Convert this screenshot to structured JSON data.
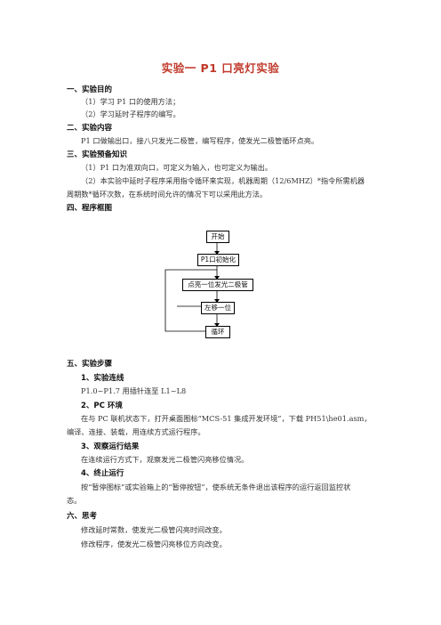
{
  "title": "实验一    P1 口亮灯实验",
  "s1": {
    "heading": "一、实验目的",
    "lines": [
      "（1）学习 P1 口的使用方法；",
      "（2）学习延时子程序的编写。"
    ]
  },
  "s2": {
    "heading": "二、实验内容",
    "lines": [
      "P1 口做输出口，接八只发光二极管，编写程序，使发光二极管循环点亮。"
    ]
  },
  "s3": {
    "heading": "三、实验预备知识",
    "lines": [
      "（1）P1 口为准双向口，可定义为输入，也可定义为输出。",
      "（2）本实验中延时子程序采用指令循环来实现，机器周期（12/6MHZ）*指令所需机器",
      "周期数*循环次数，在系统时间允许的情况下可以采用此方法。"
    ]
  },
  "s4": {
    "heading": "四、程序框图"
  },
  "flow": {
    "start": "开始",
    "init": "P1口初始化",
    "led": "点亮一位发光二极管",
    "shift": "左移一位",
    "loop": "循环"
  },
  "s5": {
    "heading": "五、实验步骤",
    "sub1": {
      "heading": "1、实验连线",
      "lines": [
        "P1.0~P1.7 用插针连至 L1~L8"
      ]
    },
    "sub2": {
      "heading": "2、PC 环境",
      "lines": [
        "在与 PC 联机状态下，打开桌面图标“MCS-51 集成开发环境”，下载 PH51\\he01.asm，",
        "编译、连接、装载，用连续方式运行程序。"
      ]
    },
    "sub3": {
      "heading": "3、观察运行结果",
      "lines": [
        "在连续运行方式下，观察发光二极管闪亮移位情况。"
      ]
    },
    "sub4": {
      "heading": "4、终止运行",
      "lines": [
        "按“暂停图标”或实验箱上的“暂停按钮”，使系统无条件退出该程序的运行返回监控状",
        "态。"
      ]
    }
  },
  "s6": {
    "heading": "六、思考",
    "lines": [
      "修改延时常数，使发光二极管闪亮时间改变。",
      "修改程序，使发光二极管闪亮移位方向改变。"
    ]
  }
}
